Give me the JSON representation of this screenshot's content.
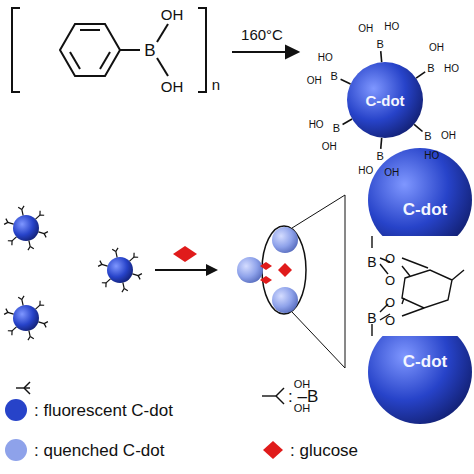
{
  "diagram": {
    "nodes": [
      {
        "text": [
          "C-dot"
        ]
      },
      {
        "text": [
          "C-dot"
        ]
      },
      {
        "text": [
          "C-dot"
        ]
      }
    ],
    "labels": [
      "OH",
      "B",
      "OH",
      "n",
      "160°C",
      "HO",
      "B",
      "OH",
      "HO",
      "B",
      "OH",
      "HO",
      "B",
      "OH",
      "HO",
      "B",
      "OH",
      "HO",
      "B",
      "OH",
      "HO",
      "B",
      "OH",
      "O",
      "B",
      "O",
      "O",
      "B",
      "O",
      "OH",
      "OH"
    ],
    "legend": [
      {
        "text": ": fluorescent C-dot",
        "color": "#2743c9"
      },
      {
        "text": ": –B"
      },
      {
        "text": ": quenched C-dot",
        "color": "#8ea2ea"
      },
      {
        "text": ": glucose",
        "color": "#e01b1b"
      }
    ]
  }
}
